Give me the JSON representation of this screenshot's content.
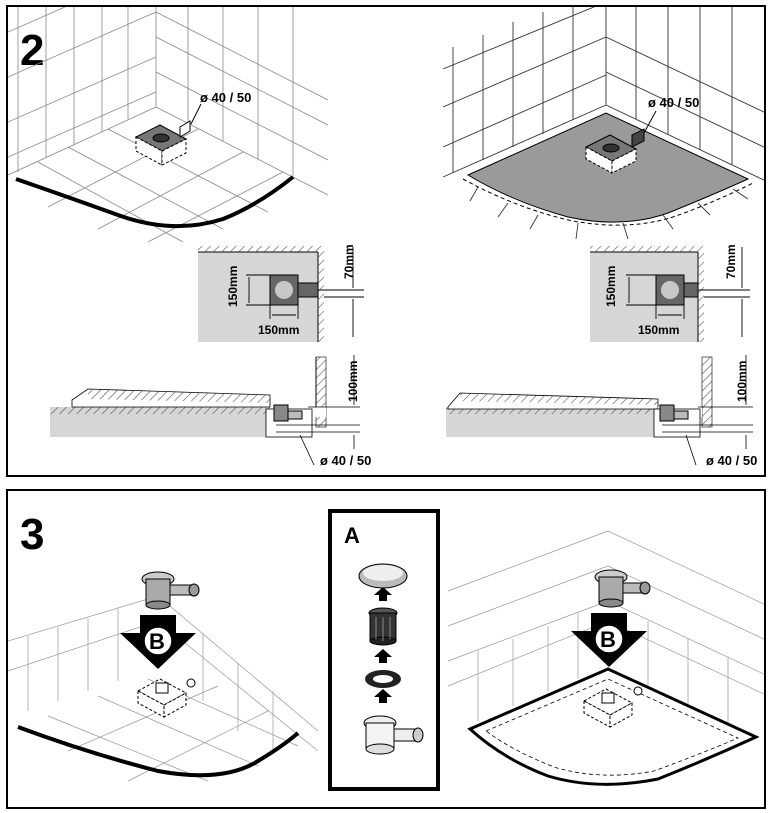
{
  "step2": {
    "number": "2",
    "diameter_label": "ø 40 / 50",
    "height_150": "150mm",
    "width_150": "150mm",
    "offset_70": "70mm",
    "height_100": "100mm"
  },
  "step3": {
    "number": "3",
    "callout_b": "B",
    "inset_a": "A"
  },
  "colors": {
    "line": "#000000",
    "tray_grey": "#9a9a9a",
    "wall_grey": "#d6d6d6",
    "hatch": "#555555",
    "tile_line": "#7a7a7a"
  }
}
